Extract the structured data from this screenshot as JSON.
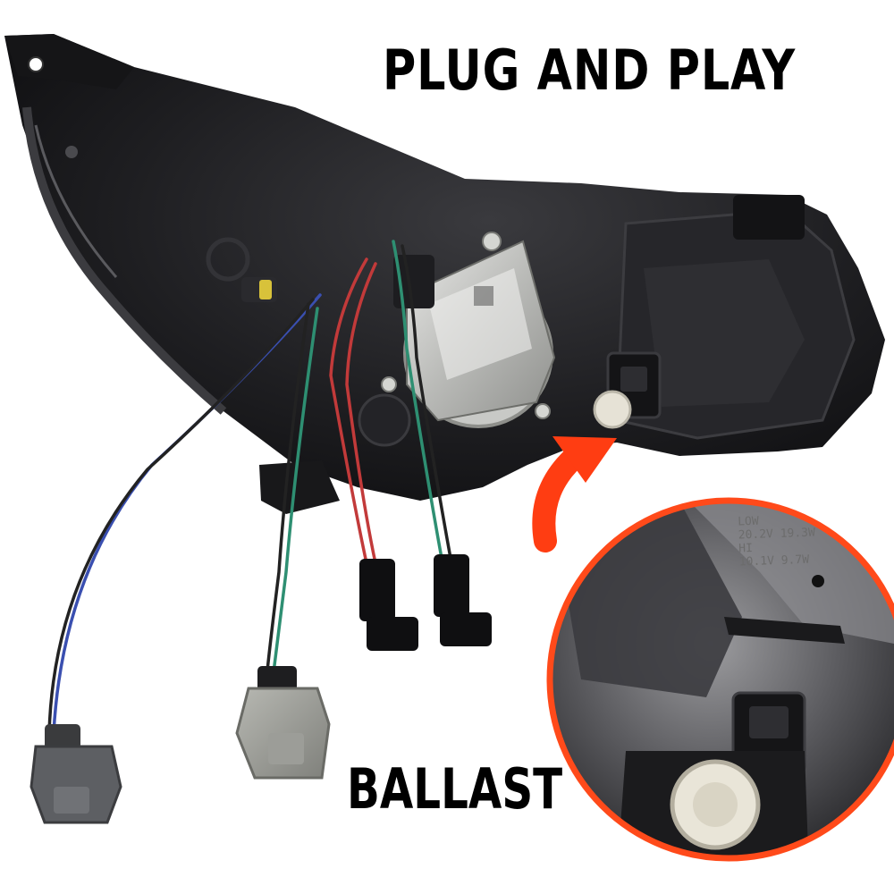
{
  "image": {
    "headline": "PLUG AND PLAY",
    "callout_label": "BALLAST",
    "zoom_spec": [
      "LOW",
      "20.2V 19.3W",
      "HI",
      "10.1V 9.7W"
    ]
  },
  "colors": {
    "background": "#ffffff",
    "housing": "#1b1b1d",
    "arrow": "#ff3d12",
    "zoom_ring": "#ff4a1a",
    "wire_red": "#c23a3a",
    "wire_green": "#2e8f72",
    "wire_blue": "#3a4fb0"
  }
}
